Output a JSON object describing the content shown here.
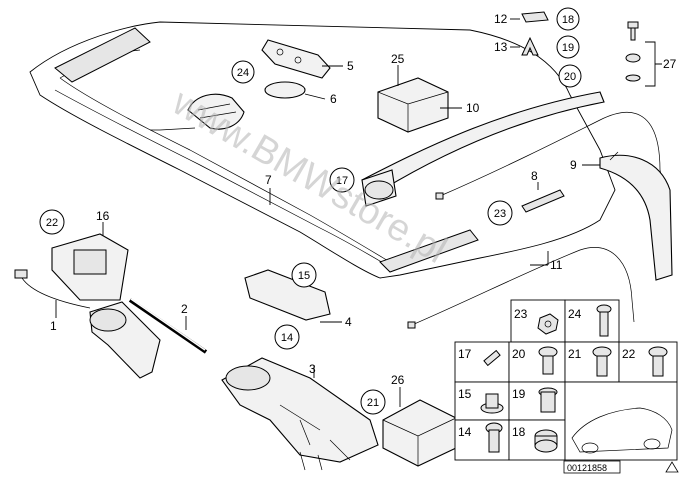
{
  "diagram": {
    "callouts": {
      "p1": "1",
      "p2": "2",
      "p3": "3",
      "p4": "4",
      "p5": "5",
      "p6": "6",
      "p7": "7",
      "p8": "8",
      "p9": "9",
      "p10": "10",
      "p11": "11",
      "p12": "12",
      "p13": "13",
      "p16": "16",
      "p25": "25",
      "p26": "26",
      "p27": "27"
    },
    "circled": {
      "c14": "14",
      "c15": "15",
      "c17": "17",
      "c18": "18",
      "c19": "19",
      "c20": "20",
      "c21": "21",
      "c22": "22",
      "c23": "23",
      "c24": "24"
    },
    "hardware_grid": {
      "cells": [
        "23",
        "24",
        "17",
        "20",
        "21",
        "22",
        "15",
        "19",
        "14",
        "18"
      ]
    },
    "diagram_number": "00121858",
    "watermark": "www.BMWstore.pl"
  }
}
